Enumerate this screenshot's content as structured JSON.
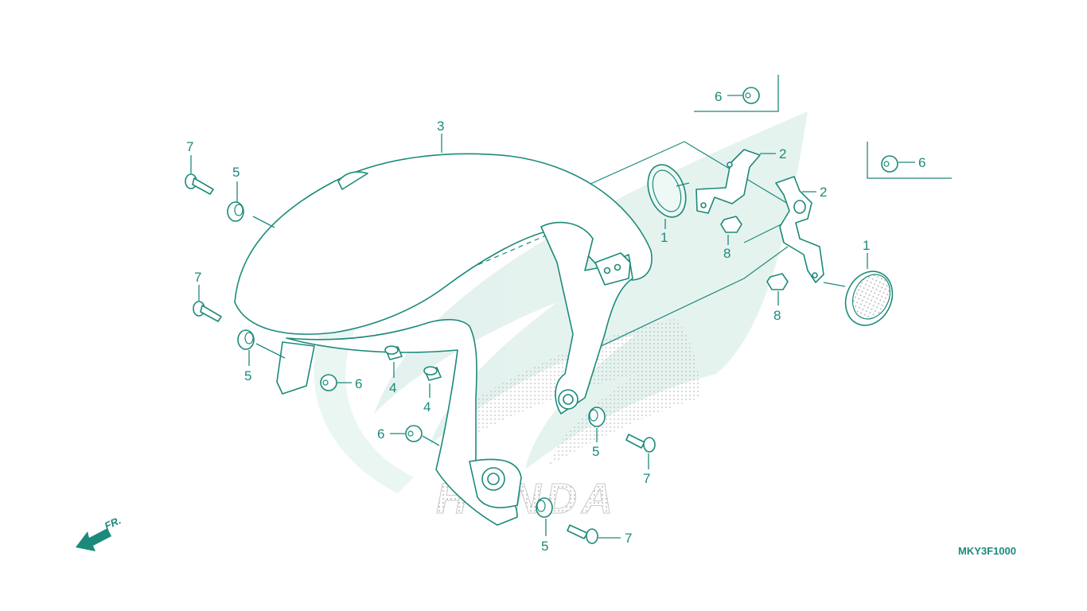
{
  "diagram": {
    "drawing_code": "MKY3F1000",
    "direction_label": "FR.",
    "watermark_brand": "HONDA",
    "colors": {
      "line": "#1c8a7a",
      "watermark": "#cfe9e2",
      "background": "#ffffff"
    },
    "callouts": [
      {
        "id": "c-1a",
        "label": "1"
      },
      {
        "id": "c-1b",
        "label": "1"
      },
      {
        "id": "c-2a",
        "label": "2"
      },
      {
        "id": "c-2b",
        "label": "2"
      },
      {
        "id": "c-3",
        "label": "3"
      },
      {
        "id": "c-4a",
        "label": "4"
      },
      {
        "id": "c-4b",
        "label": "4"
      },
      {
        "id": "c-5a",
        "label": "5"
      },
      {
        "id": "c-5b",
        "label": "5"
      },
      {
        "id": "c-5c",
        "label": "5"
      },
      {
        "id": "c-5d",
        "label": "5"
      },
      {
        "id": "c-6a",
        "label": "6"
      },
      {
        "id": "c-6b",
        "label": "6"
      },
      {
        "id": "c-6c",
        "label": "6"
      },
      {
        "id": "c-6d",
        "label": "6"
      },
      {
        "id": "c-7a",
        "label": "7"
      },
      {
        "id": "c-7b",
        "label": "7"
      },
      {
        "id": "c-7c",
        "label": "7"
      },
      {
        "id": "c-7d",
        "label": "7"
      },
      {
        "id": "c-8a",
        "label": "8"
      },
      {
        "id": "c-8b",
        "label": "8"
      }
    ]
  }
}
